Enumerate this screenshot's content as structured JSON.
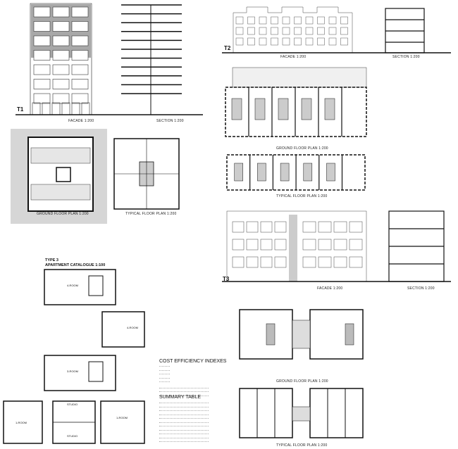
{
  "t1": {
    "tag": "T1",
    "facade_label": "FACADE 1:200",
    "section_label": "SECTION 1:200",
    "ground_plan_label": "GROUND FLOOR PLAN 1:200",
    "typical_plan_label": "TYPICAL FLOOR PLAN 1:200"
  },
  "t2": {
    "tag": "T2",
    "facade_label": "FACADE 1:200",
    "section_label": "SECTION 1:200",
    "ground_plan_label": "GROUND FLOOR PLAN 1:200",
    "typical_plan_label": "TYPICAL FLOOR PLAN 1:200"
  },
  "t3": {
    "tag": "T3",
    "facade_label": "FACADE 1:200",
    "section_label": "SECTION 1:200",
    "ground_plan_label": "GROUND FLOOR PLAN 1:200",
    "typical_plan_label": "TYPICAL FLOOR PLAN 1:200"
  },
  "catalogue": {
    "type": "TYPE 3",
    "title": "APARTMENT CATALOGUE 1:100",
    "units": [
      "4-ROOM",
      "4-ROOM",
      "3-ROOM",
      "1-ROOM",
      "STUDIO",
      "STUDIO",
      "1-ROOM"
    ]
  },
  "indexes": {
    "cost_title": "COST EFFICIENCY INDEXES",
    "summary_title": "SUMMARY TABLE"
  },
  "colors": {
    "line": "#111111",
    "shade": "#d4d4d4",
    "facade_shade": "#9a9a9a"
  }
}
